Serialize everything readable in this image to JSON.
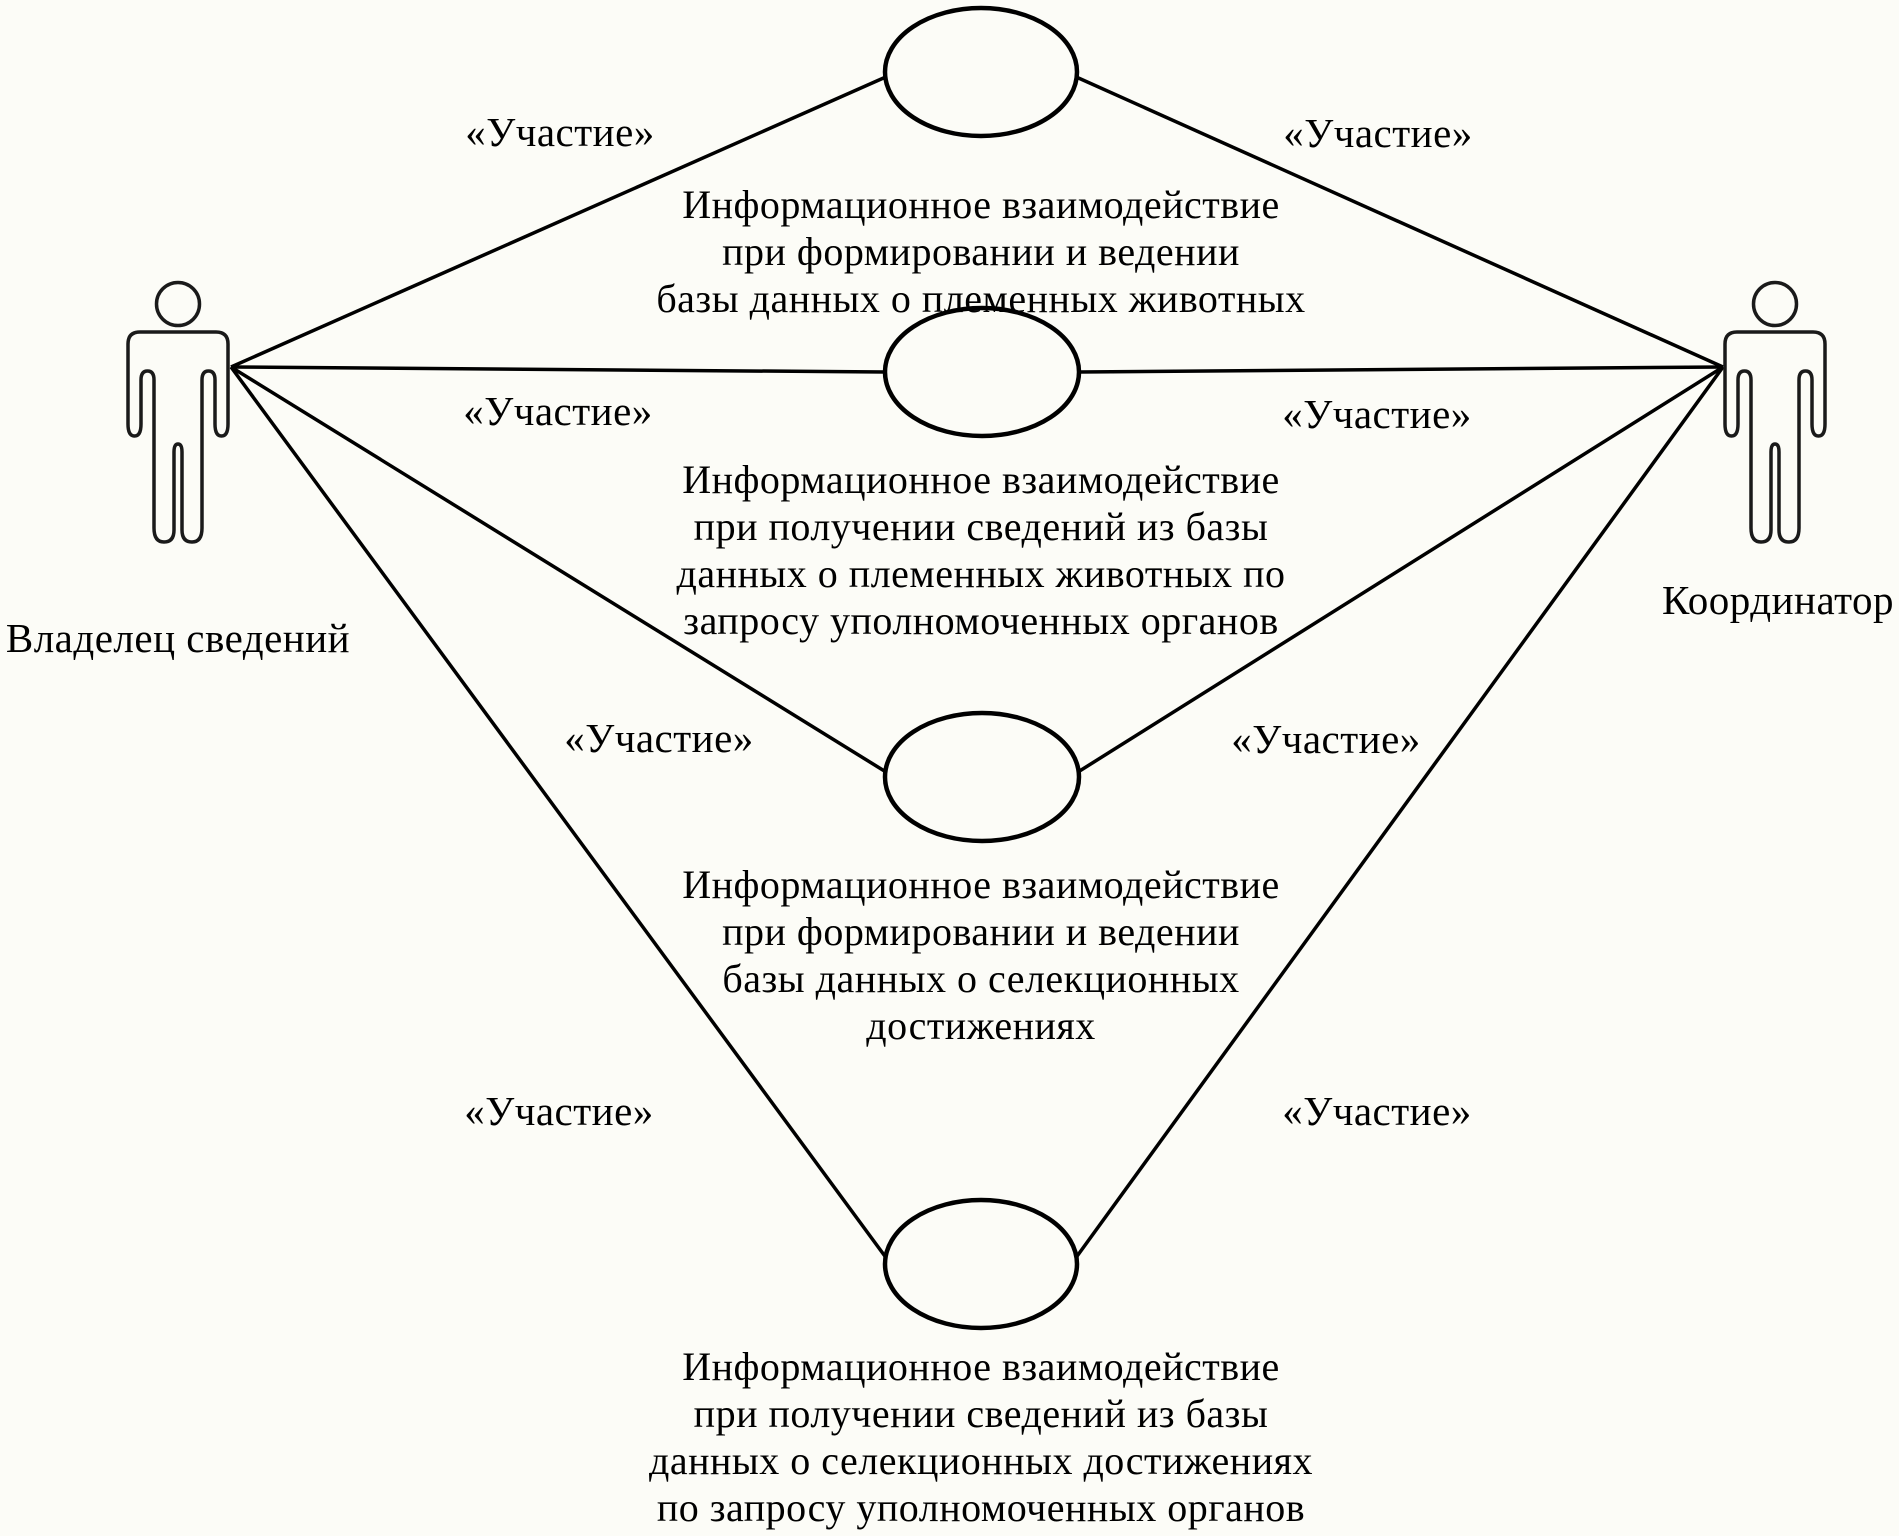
{
  "diagram": {
    "stereotype": "«Участие»",
    "actors": {
      "owner": {
        "label": "Владелец сведений"
      },
      "coordinator": {
        "label": "Координатор"
      }
    },
    "use_cases": [
      {
        "lines": [
          "Информационное взаимодействие",
          "при формировании и ведении",
          "базы данных о племенных животных"
        ]
      },
      {
        "lines": [
          "Информационное взаимодействие",
          "при получении сведений из базы",
          "данных о племенных животных по",
          "запросу уполномоченных органов"
        ]
      },
      {
        "lines": [
          "Информационное взаимодействие",
          "при формировании и ведении",
          "базы данных о селекционных",
          "достижениях"
        ]
      },
      {
        "lines": [
          "Информационное взаимодействие",
          "при получении сведений из базы",
          "данных о селекционных достижениях",
          "по запросу уполномоченных органов"
        ]
      }
    ],
    "connections": [
      {
        "actor": "Владелец сведений",
        "use_case_index": 0,
        "stereotype": "«Участие»"
      },
      {
        "actor": "Координатор",
        "use_case_index": 0,
        "stereotype": "«Участие»"
      },
      {
        "actor": "Владелец сведений",
        "use_case_index": 1,
        "stereotype": "«Участие»"
      },
      {
        "actor": "Координатор",
        "use_case_index": 1,
        "stereotype": "«Участие»"
      },
      {
        "actor": "Владелец сведений",
        "use_case_index": 2,
        "stereotype": "«Участие»"
      },
      {
        "actor": "Координатор",
        "use_case_index": 2,
        "stereotype": "«Участие»"
      },
      {
        "actor": "Владелец сведений",
        "use_case_index": 3,
        "stereotype": "«Участие»"
      },
      {
        "actor": "Координатор",
        "use_case_index": 3,
        "stereotype": "«Участие»"
      }
    ]
  }
}
